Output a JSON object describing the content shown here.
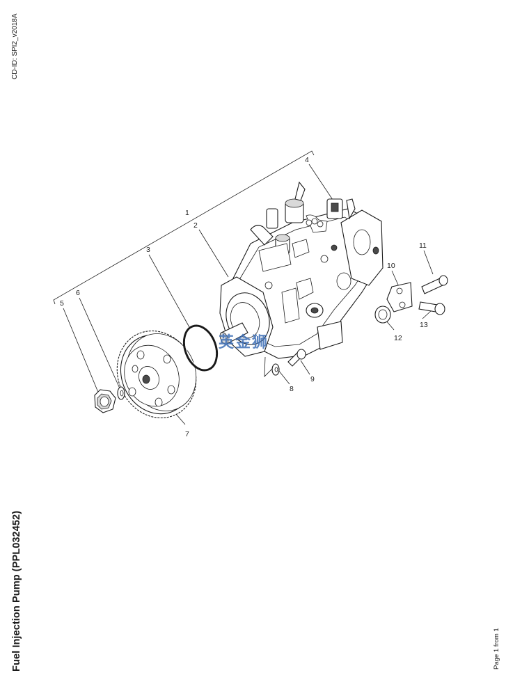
{
  "document": {
    "cd_id": "CD-ID: SPI2_v2018A",
    "title": "Fuel Injection Pump (PPL032452)",
    "page": "Page 1 from 1"
  },
  "watermark": {
    "text": "英金狮"
  },
  "callouts": [
    "1",
    "2",
    "3",
    "4",
    "5",
    "6",
    "7",
    "8",
    "9",
    "10",
    "11",
    "12",
    "13"
  ]
}
